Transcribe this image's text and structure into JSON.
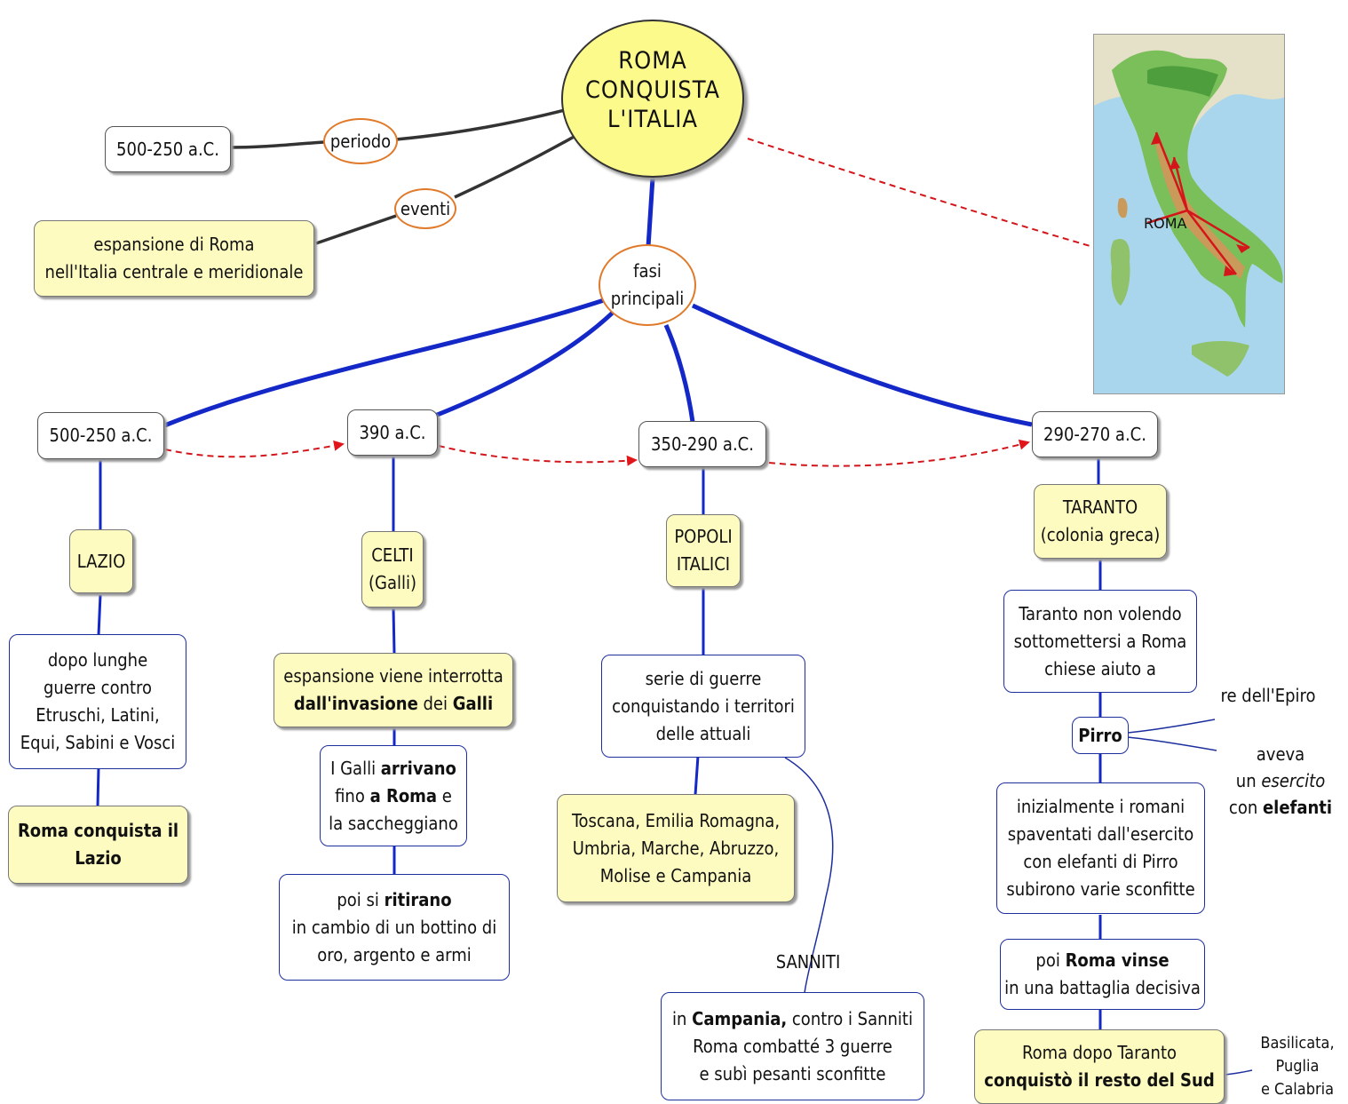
{
  "central": {
    "lines": [
      "ROMA",
      "CONQUISTA",
      "L'ITALIA"
    ]
  },
  "links": {
    "periodo": "periodo",
    "eventi": "eventi",
    "fasi": [
      "fasi",
      "principali"
    ]
  },
  "period": "500-250 a.C.",
  "events": [
    "espansione di Roma",
    "nell'Italia centrale e meridionale"
  ],
  "map": {
    "label": "ROMA"
  },
  "phases": [
    {
      "date": "500-250 a.C.",
      "topic": [
        "LAZIO"
      ],
      "details": [
        "dopo lunghe",
        "guerre contro",
        "Etruschi, Latini,",
        "Equi, Sabini e Vosci"
      ],
      "result": [
        "Roma conquista il",
        "Lazio"
      ]
    },
    {
      "date": "390 a.C.",
      "topic": [
        "CELTI",
        "(Galli)"
      ],
      "invasion": {
        "line1": "espansione viene interrotta",
        "b1": "dall'invasione",
        "t2": " dei ",
        "b2": "Galli"
      },
      "arrive": {
        "t1": "I Galli ",
        "b1": "arrivano",
        "t2": "fino ",
        "b2": "a Roma",
        "t3": " e",
        "t4": "la saccheggiano"
      },
      "retreat": {
        "t1": "poi si ",
        "b1": "ritirano",
        "line2": "in cambio di un bottino di",
        "line3": "oro, argento e armi"
      }
    },
    {
      "date": "350-290 a.C.",
      "topic": [
        "POPOLI",
        "ITALICI"
      ],
      "wars": [
        "serie di guerre",
        "conquistando i territori",
        "delle attuali"
      ],
      "regions": [
        "Toscana, Emilia Romagna,",
        "Umbria, Marche, Abruzzo,",
        "Molise e Campania"
      ],
      "sanniti_label": "SANNITI",
      "sanniti": {
        "t1": "in ",
        "b1": "Campania,",
        "t2": " contro i Sanniti",
        "line2": "Roma combatté 3 guerre",
        "line3": "e subì pesanti sconfitte"
      }
    },
    {
      "date": "290-270 a.C.",
      "topic": [
        "TARANTO",
        "(colonia greca)"
      ],
      "help": [
        "Taranto non volendo",
        "sottomettersi a Roma",
        "chiese aiuto a"
      ],
      "pirro": "Pirro",
      "epiro": "re dell'Epiro",
      "army": {
        "l1": "aveva",
        "t2": "un ",
        "i2": "esercito",
        "t3": "con ",
        "b3": "elefanti"
      },
      "fear": [
        "inizialmente i romani",
        "spaventati dall'esercito",
        "con elefanti di Pirro",
        "subirono varie sconfitte"
      ],
      "victory": {
        "t1": "poi ",
        "b1": "Roma vinse",
        "line2": "in una battaglia decisiva"
      },
      "south": {
        "line1": "Roma dopo Taranto",
        "b2": "conquistò il resto del Sud"
      },
      "regions_south": [
        "Basilicata,",
        "Puglia",
        "e Calabria"
      ]
    }
  ]
}
